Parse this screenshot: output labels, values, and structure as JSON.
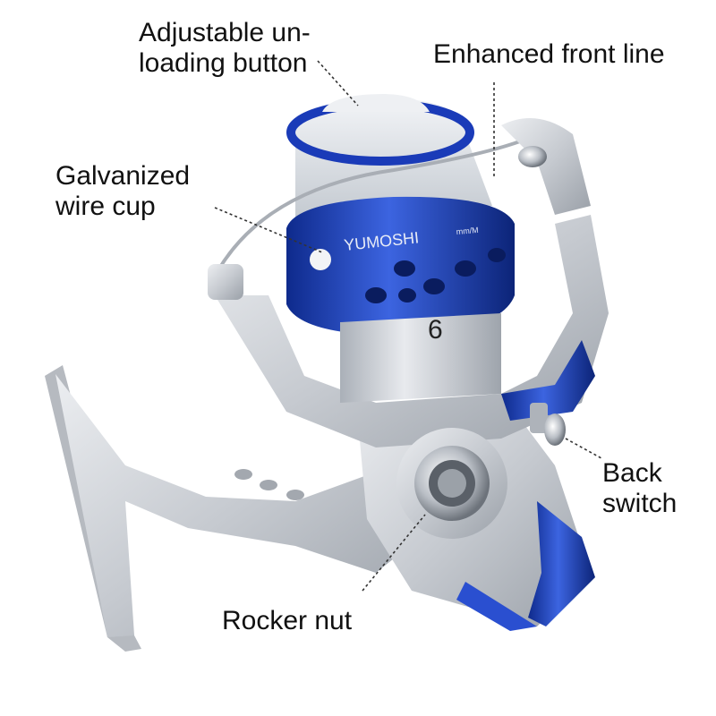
{
  "labels": {
    "unload_line1": "Adjustable un-",
    "unload_line2": "loading button",
    "front_line": "Enhanced front line",
    "cup_line1": "Galvanized",
    "cup_line2": "wire cup",
    "back_line1": "Back",
    "back_line2": "switch",
    "rocker": "Rocker nut"
  },
  "reel": {
    "brand": "YUMOSHI",
    "spool_number": "6",
    "spool_unit": "mm/M",
    "colors": {
      "accent": "#1f3fbf",
      "metal": "#c8ccd2",
      "metal_dark": "#8e949c"
    }
  }
}
